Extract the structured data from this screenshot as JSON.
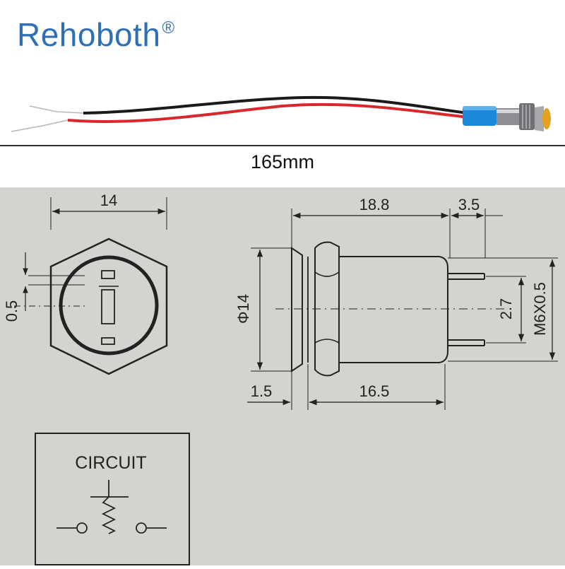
{
  "brand": {
    "name": "Rehoboth",
    "mark": "®"
  },
  "product_length": "165mm",
  "drawing": {
    "front_width": "14",
    "ring_gap": "0.5",
    "body_length": "18.8",
    "pin_length": "3.5",
    "diameter": "Φ14",
    "pin_spacing": "2.7",
    "thread": "M6X0.5",
    "flange_thickness": "1.5",
    "rear_length": "16.5"
  },
  "circuit": {
    "title": "CIRCUIT"
  },
  "colors": {
    "brand": "#2f6fb6",
    "wire_red": "#d8282e",
    "wire_black": "#1a1a1a",
    "sleeve_blue": "#1e88d8",
    "paper": "#d4d3cf"
  }
}
